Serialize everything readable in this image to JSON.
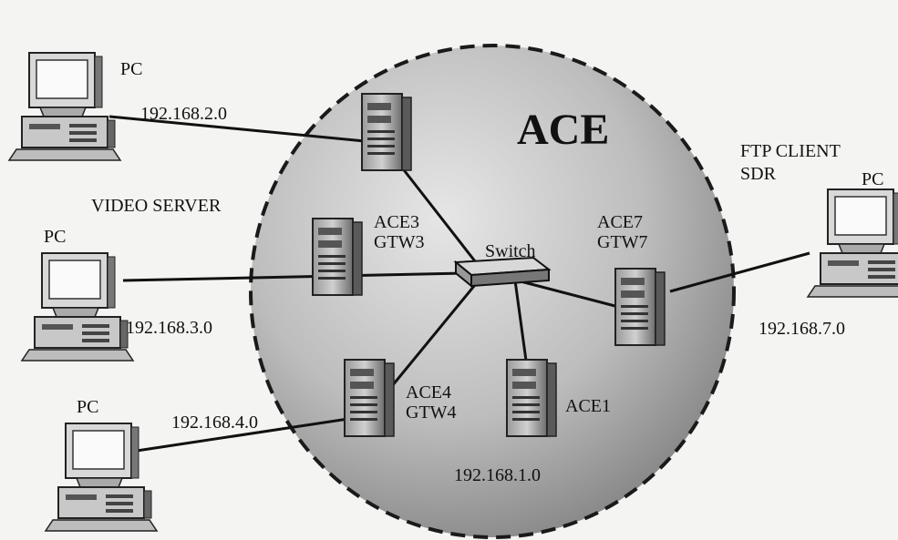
{
  "diagram": {
    "region_label": "ACE",
    "switch_label": "Switch",
    "pcs": [
      {
        "label": "PC",
        "network": "192.168.2.0"
      },
      {
        "label": "PC",
        "network": "192.168.3.0"
      },
      {
        "label": "PC",
        "network": "192.168.4.0"
      },
      {
        "label": "PC",
        "network": "192.168.7.0"
      }
    ],
    "video_server_label": "VIDEO SERVER",
    "ftp_client_label": "FTP CLIENT",
    "sdr_label": "SDR",
    "ace3": {
      "line1": "ACE3",
      "line2": "GTW3"
    },
    "ace7": {
      "line1": "ACE7",
      "line2": "GTW7"
    },
    "ace4": {
      "line1": "ACE4",
      "line2": "GTW4"
    },
    "ace1": {
      "line1": "ACE1"
    },
    "ace1_network": "192.168.1.0",
    "colors": {
      "sphere_light": "#e2e2e2",
      "sphere_dark": "#7f7f7f",
      "line": "#111111"
    }
  }
}
